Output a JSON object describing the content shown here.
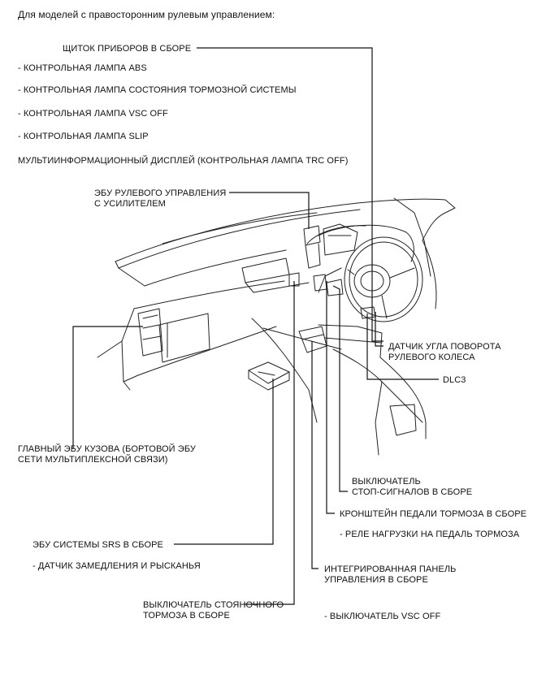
{
  "header": "Для моделей с правосторонним рулевым управлением:",
  "labels": {
    "combination_meter": "ЩИТОК ПРИБОРОВ В СБОРЕ",
    "abs_lamp": "- КОНТРОЛЬНАЯ ЛАМПА ABS",
    "brake_system_lamp": "- КОНТРОЛЬНАЯ ЛАМПА СОСТОЯНИЯ ТОРМОЗНОЙ СИСТЕМЫ",
    "vsc_off_lamp": "- КОНТРОЛЬНАЯ ЛАМПА VSC OFF",
    "slip_lamp": "- КОНТРОЛЬНАЯ ЛАМПА SLIP",
    "multi_display": "МУЛЬТИИНФОРМАЦИОННЫЙ ДИСПЛЕЙ (КОНТРОЛЬНАЯ ЛАМПА TRC OFF)",
    "eps_ecu_1": "ЭБУ РУЛЕВОГО УПРАВЛЕНИЯ",
    "eps_ecu_2": "С УСИЛИТЕЛЕМ",
    "steering_sensor_1": "ДАТЧИК УГЛА ПОВОРОТА",
    "steering_sensor_2": "РУЛЕВОГО КОЛЕСА",
    "dlc3": "DLC3",
    "body_ecu_1": "ГЛАВНЫЙ ЭБУ КУЗОВА (БОРТОВОЙ ЭБУ",
    "body_ecu_2": "СЕТИ МУЛЬТИПЛЕКСНОЙ СВЯЗИ)",
    "stop_switch_1": "ВЫКЛЮЧАТЕЛЬ",
    "stop_switch_2": "СТОП-СИГНАЛОВ   В СБОРЕ",
    "brake_pedal_bracket": "КРОНШТЕЙН ПЕДАЛИ ТОРМОЗА В СБОРЕ",
    "pedal_relay": "- РЕЛЕ НАГРУЗКИ НА ПЕДАЛЬ ТОРМОЗА",
    "srs_ecu": "ЭБУ СИСТЕМЫ SRS В СБОРЕ",
    "yaw_sensor": "- ДАТЧИК ЗАМЕДЛЕНИЯ И РЫСКАНЬЯ",
    "integrated_panel_1": "ИНТЕГРИРОВАННАЯ ПАНЕЛЬ",
    "integrated_panel_2": "УПРАВЛЕНИЯ В СБОРЕ",
    "parking_brake_1": "ВЫКЛЮЧАТЕЛЬ СТОЯНОЧНОГО",
    "parking_brake_2": "ТОРМОЗА   В СБОРЕ",
    "vsc_off_switch": "- ВЫКЛЮЧАТЕЛЬ VSC OFF"
  }
}
